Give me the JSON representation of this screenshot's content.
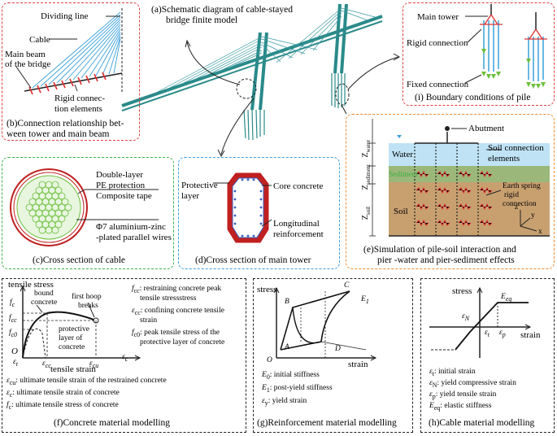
{
  "panel_a": {
    "caption": "(a)Schematic diagram of cable-stayed",
    "caption2": "bridge finite model"
  },
  "panel_b": {
    "dividing_line": "Dividing line",
    "cable": "Cable",
    "main_beam1": "Main beam",
    "main_beam2": "of the bridge",
    "rigid1": "Rigid connec-",
    "rigid2": "tion elements",
    "caption1": "(b)Connection relationship bet-",
    "caption2": "ween  tower and main beam"
  },
  "panel_i": {
    "main_tower": "Main tower",
    "rigid_connection": "Rigid connection",
    "fixed_connection": "Fixed connection",
    "caption": "(i) Boundary conditions of pile"
  },
  "panel_c": {
    "double_layer": "Double-layer",
    "pe": "PE protection",
    "composite": "Composite tape",
    "wires1": "Φ7 aluminium-zinc",
    "wires2": "-plated parallel wires",
    "caption": "(c)Cross section of cable"
  },
  "panel_d": {
    "protective1": "Protective",
    "protective2": "layer",
    "core": "Core concrete",
    "long1": "Longitudinal",
    "long2": "reinforcement",
    "caption": "(d)Cross section of main tower"
  },
  "panel_e": {
    "abutment": "Abutment",
    "water": "Water",
    "sediment": "Sediment",
    "soil": "Soil",
    "soil_conn1": "Soil connection",
    "soil_conn2": "elements",
    "earth1": "Earth spring",
    "earth2": "rigid",
    "earth3": "connection",
    "z_water": "Z",
    "z_water_sub": "water",
    "z_sediment": "Z",
    "z_sediment_sub": "sediment",
    "z_soil": "Z",
    "z_soil_sub": "soil",
    "axis_z": "z",
    "axis_y": "y",
    "axis_x": "x",
    "caption1": "(e)Simulation of pile-soil interaction and",
    "caption2": "pier -water and pier-sediment effects"
  },
  "panel_f": {
    "ylabel": "tensile stress",
    "xlabel": "tensile strain",
    "bound1": "bound",
    "bound2": "concrete",
    "hoop1": "first hoop",
    "hoop2": "breaks",
    "prot1": "protective",
    "prot2": "layer of",
    "prot3": "concrete",
    "fc": "f",
    "fcc": "f",
    "fc0": "f",
    "origin": "O",
    "eps_t": "ε",
    "eps_cc": "ε",
    "eps_cu": "ε",
    "eps_c": "ε",
    "legend1": "f",
    "legend1_text": ": restraining concrete peak",
    "legend1_text2": "tensile stressstress",
    "legend2_text": ": confining concrete tensile",
    "legend2_text2": "strain",
    "legend3_text": ": peak tensile stress of the",
    "legend3_text2": "protective layer of concrete",
    "note1": ": ultimate tensile strain of the restrained concrete",
    "note2": ": ultimate tensile strain of concrete",
    "note3": ": ultimate tensile stress of concrete",
    "caption": "(f)Concrete material modelling"
  },
  "panel_g": {
    "ylabel": "stress",
    "xlabel": "strain",
    "pt_B": "B",
    "pt_C": "C",
    "pt_E1": "E",
    "pt_A": "A",
    "pt_D": "D",
    "origin": "O",
    "e0": "E",
    "e0_text": ": initial stiffness",
    "e1_text": ": post-yield stiffness",
    "ey_text": ": yield strain",
    "caption": "(g)Reinforcement material modelling"
  },
  "panel_h": {
    "ylabel": "stress",
    "xlabel": "strain",
    "eeq": "E",
    "n1": ": initial strain",
    "n2": ": yield compressive strain",
    "n3": ": yield tensile strain",
    "n4": ": elastic stiffness",
    "caption": "(h)Cable material modelling"
  },
  "colors": {
    "red": "#e04040",
    "green": "#3cb043",
    "blue": "#3aa0e0",
    "orange": "#f08a30",
    "cable": "#3aa0d8",
    "bridge": "#2a8a8a"
  }
}
